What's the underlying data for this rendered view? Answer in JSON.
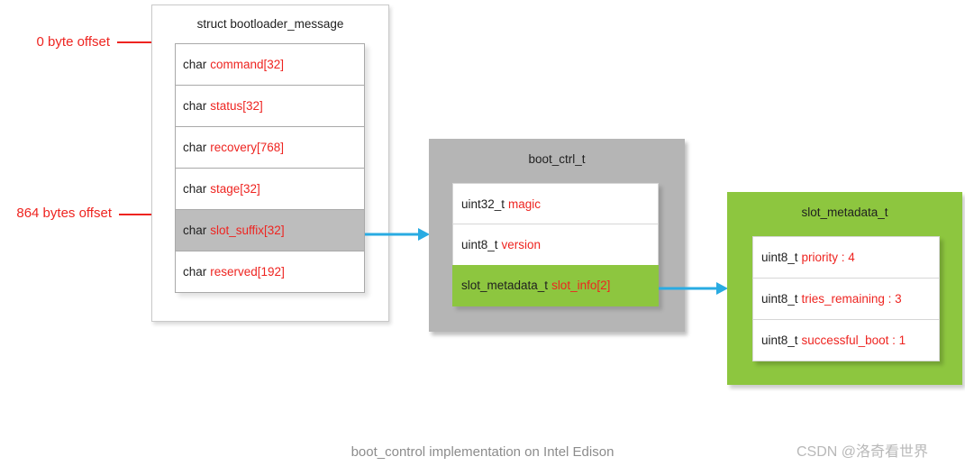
{
  "colors": {
    "red": "#ee2420",
    "blue": "#29abe2",
    "green": "#8dc63f",
    "boxgray": "#b5b5b5",
    "rowgray": "#bdbdbd"
  },
  "left_box": {
    "title": "struct bootloader_message",
    "rows": [
      {
        "type": "char",
        "field": "command[32]"
      },
      {
        "type": "char",
        "field": "status[32]"
      },
      {
        "type": "char",
        "field": "recovery[768]"
      },
      {
        "type": "char",
        "field": "stage[32]"
      },
      {
        "type": "char",
        "field": "slot_suffix[32]"
      },
      {
        "type": "char",
        "field": "reserved[192]"
      }
    ]
  },
  "mid_box": {
    "title": "boot_ctrl_t",
    "rows": [
      {
        "type": "uint32_t",
        "field": "magic"
      },
      {
        "type": "uint8_t",
        "field": "version"
      },
      {
        "type": "slot_metadata_t",
        "field": "slot_info[2]"
      }
    ]
  },
  "right_box": {
    "title": "slot_metadata_t",
    "rows": [
      {
        "type": "uint8_t",
        "field": "priority : 4"
      },
      {
        "type": "uint8_t",
        "field": "tries_remaining : 3"
      },
      {
        "type": "uint8_t",
        "field": "successful_boot : 1"
      }
    ]
  },
  "annotations": {
    "offset0": "0 byte offset",
    "offset864": "864 bytes offset"
  },
  "caption": "boot_control implementation on Intel Edison",
  "watermark": "CSDN @洛奇看世界"
}
